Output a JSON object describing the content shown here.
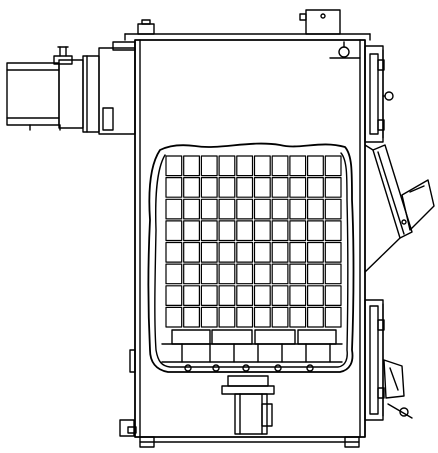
{
  "drawing": {
    "subject": "boiler-side-section",
    "line_color": "#000000",
    "background_color": "#ffffff",
    "grid": {
      "columns": 10,
      "rows": 8
    }
  }
}
